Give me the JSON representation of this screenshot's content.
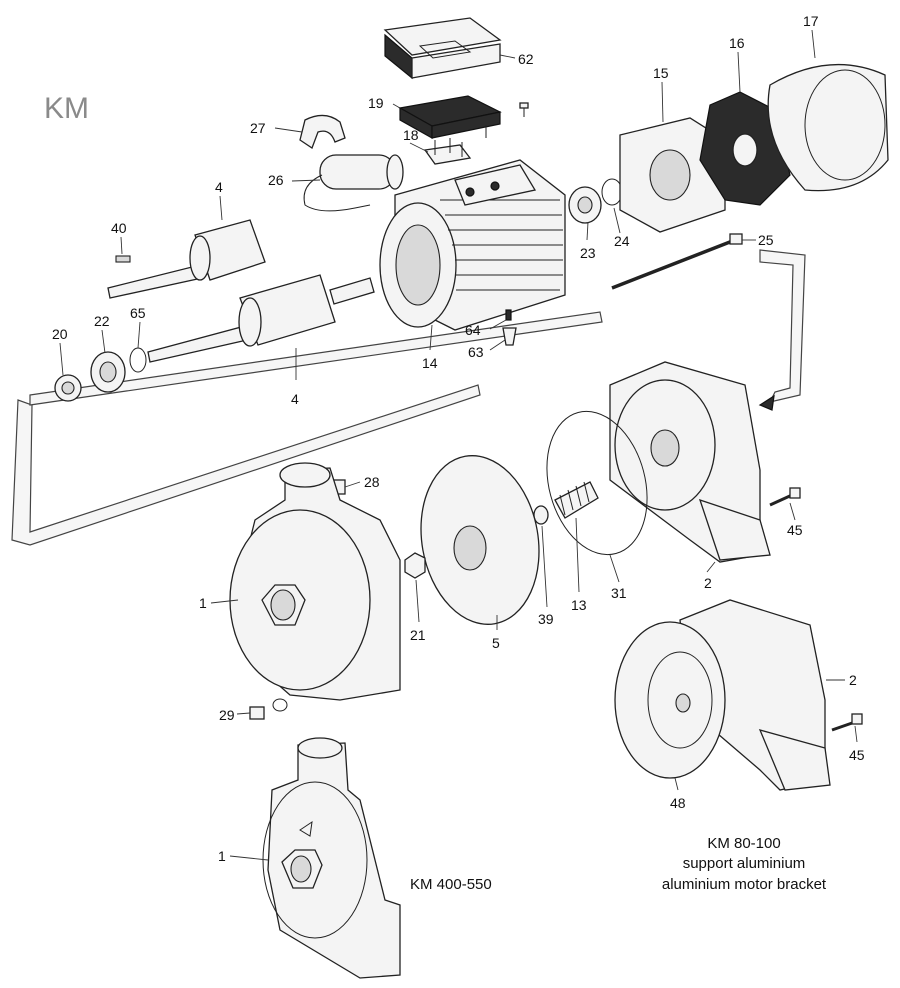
{
  "brand": "KM",
  "variants": {
    "left": "KM 400-550",
    "right_line1": "KM 80-100",
    "right_line2": "support aluminium",
    "right_line3": "aluminium motor bracket"
  },
  "parts": [
    {
      "id": "62",
      "label": "62"
    },
    {
      "id": "19",
      "label": "19"
    },
    {
      "id": "27",
      "label": "27"
    },
    {
      "id": "18",
      "label": "18"
    },
    {
      "id": "4a",
      "label": "4"
    },
    {
      "id": "26",
      "label": "26"
    },
    {
      "id": "40",
      "label": "40"
    },
    {
      "id": "15",
      "label": "15"
    },
    {
      "id": "16",
      "label": "16"
    },
    {
      "id": "17",
      "label": "17"
    },
    {
      "id": "23",
      "label": "23"
    },
    {
      "id": "24",
      "label": "24"
    },
    {
      "id": "25",
      "label": "25"
    },
    {
      "id": "20",
      "label": "20"
    },
    {
      "id": "22",
      "label": "22"
    },
    {
      "id": "65",
      "label": "65"
    },
    {
      "id": "4b",
      "label": "4"
    },
    {
      "id": "64",
      "label": "64"
    },
    {
      "id": "63",
      "label": "63"
    },
    {
      "id": "14",
      "label": "14"
    },
    {
      "id": "28",
      "label": "28"
    },
    {
      "id": "1a",
      "label": "1"
    },
    {
      "id": "21",
      "label": "21"
    },
    {
      "id": "5",
      "label": "5"
    },
    {
      "id": "39",
      "label": "39"
    },
    {
      "id": "13",
      "label": "13"
    },
    {
      "id": "31",
      "label": "31"
    },
    {
      "id": "2a",
      "label": "2"
    },
    {
      "id": "45a",
      "label": "45"
    },
    {
      "id": "29",
      "label": "29"
    },
    {
      "id": "2b",
      "label": "2"
    },
    {
      "id": "45b",
      "label": "45"
    },
    {
      "id": "48",
      "label": "48"
    },
    {
      "id": "1b",
      "label": "1"
    }
  ]
}
